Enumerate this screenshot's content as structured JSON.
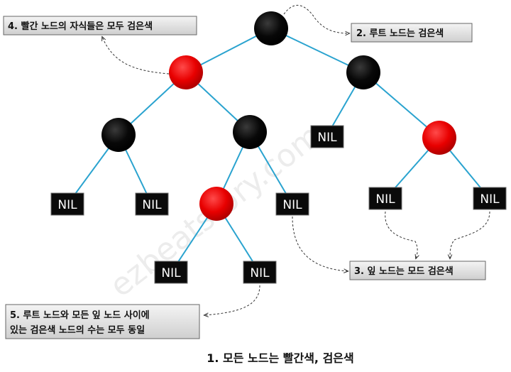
{
  "tree": {
    "nil_label": "NIL"
  },
  "callouts": {
    "property4": "4. 빨간 노드의 자식들은 모두 검은색",
    "property2": "2. 루트 노드는 검은색",
    "property3": "3. 잎 노드는 모드 검은색",
    "property5_line1": "5. 루트 노드와 모든 잎 노드 사이에",
    "property5_line2": "있는 검은색 노드의 수는 모두 동일"
  },
  "caption": "1. 모든 노드는 빨간색, 검은색",
  "watermark": "ezbeatstory.com",
  "colors": {
    "edge": "#2aa3cf",
    "red_node": "#e00000",
    "black_node": "#000000",
    "nil_box": "#000000"
  }
}
